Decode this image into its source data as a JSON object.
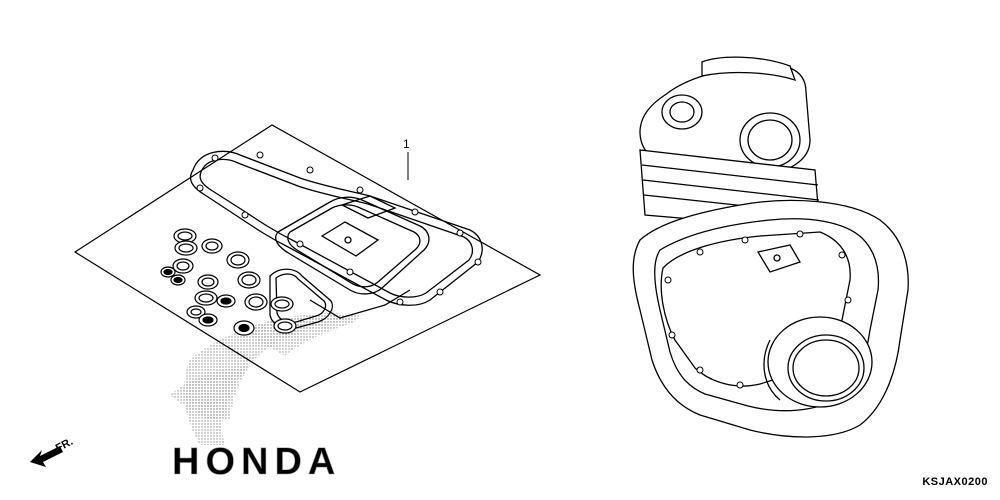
{
  "diagram": {
    "callouts": [
      {
        "number": "1"
      }
    ],
    "direction_marker": "FR.",
    "brand_watermark": "HONDA",
    "diagram_code": "KSJAX0200",
    "colors": {
      "line": "#000000",
      "watermark": "#bdbdbd"
    }
  }
}
